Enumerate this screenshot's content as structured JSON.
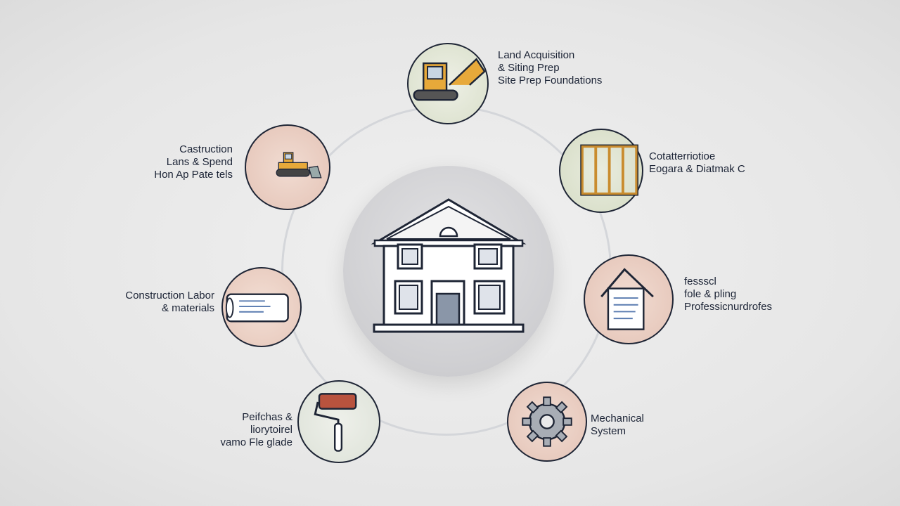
{
  "center": {
    "icon": "house-icon"
  },
  "nodes": [
    {
      "id": "land",
      "icon": "excavator-icon",
      "lines": [
        "Land Acquisition",
        "& Siting Prep",
        "Site Prep Foundations"
      ]
    },
    {
      "id": "construction",
      "icon": "bulldozer-icon",
      "lines": [
        "Castruction",
        "Lans & Spend",
        "Hon Ap Pate tels"
      ]
    },
    {
      "id": "framing",
      "icon": "framing-icon",
      "lines": [
        "Cotatterriotioe",
        "Eogara & Diatmak C"
      ]
    },
    {
      "id": "labor",
      "icon": "materials-roll-icon",
      "lines": [
        "Construction Labor",
        "& materials"
      ]
    },
    {
      "id": "professional",
      "icon": "house-document-icon",
      "lines": [
        "fessscl",
        "fole & pling",
        "Professicnurdrofes"
      ]
    },
    {
      "id": "finishes",
      "icon": "paint-roller-icon",
      "lines": [
        "Peifchas &",
        "liorytoirel",
        "vamo Fle glade"
      ]
    },
    {
      "id": "mechanical",
      "icon": "gear-icon",
      "lines": [
        "Mechanical",
        "System"
      ]
    }
  ],
  "colors": {
    "ink": "#1e2535",
    "accent": "#e7a93a",
    "node_bg_warm": "#ecd3c8",
    "node_bg_cool": "#dfe4d4"
  }
}
